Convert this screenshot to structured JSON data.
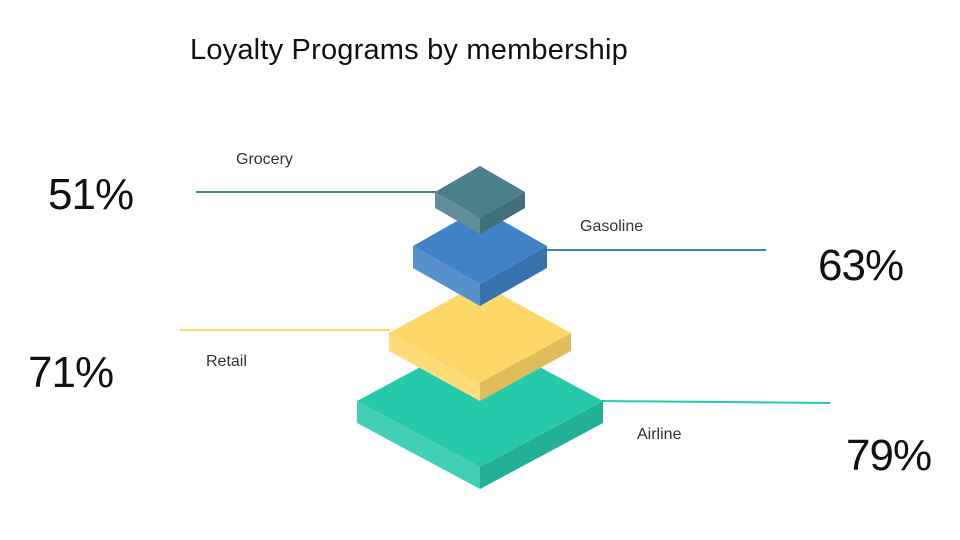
{
  "chart_data": {
    "type": "pyramid",
    "title": "Loyalty Programs by membership",
    "categories": [
      "Grocery",
      "Gasoline",
      "Retail",
      "Airline"
    ],
    "values": [
      51,
      63,
      71,
      79
    ],
    "value_labels": [
      "51%",
      "63%",
      "71%",
      "79%"
    ],
    "colors": [
      "#4b7f8a",
      "#3f82c6",
      "#fdd767",
      "#27c9ab"
    ],
    "grid": false,
    "legend": "none"
  }
}
